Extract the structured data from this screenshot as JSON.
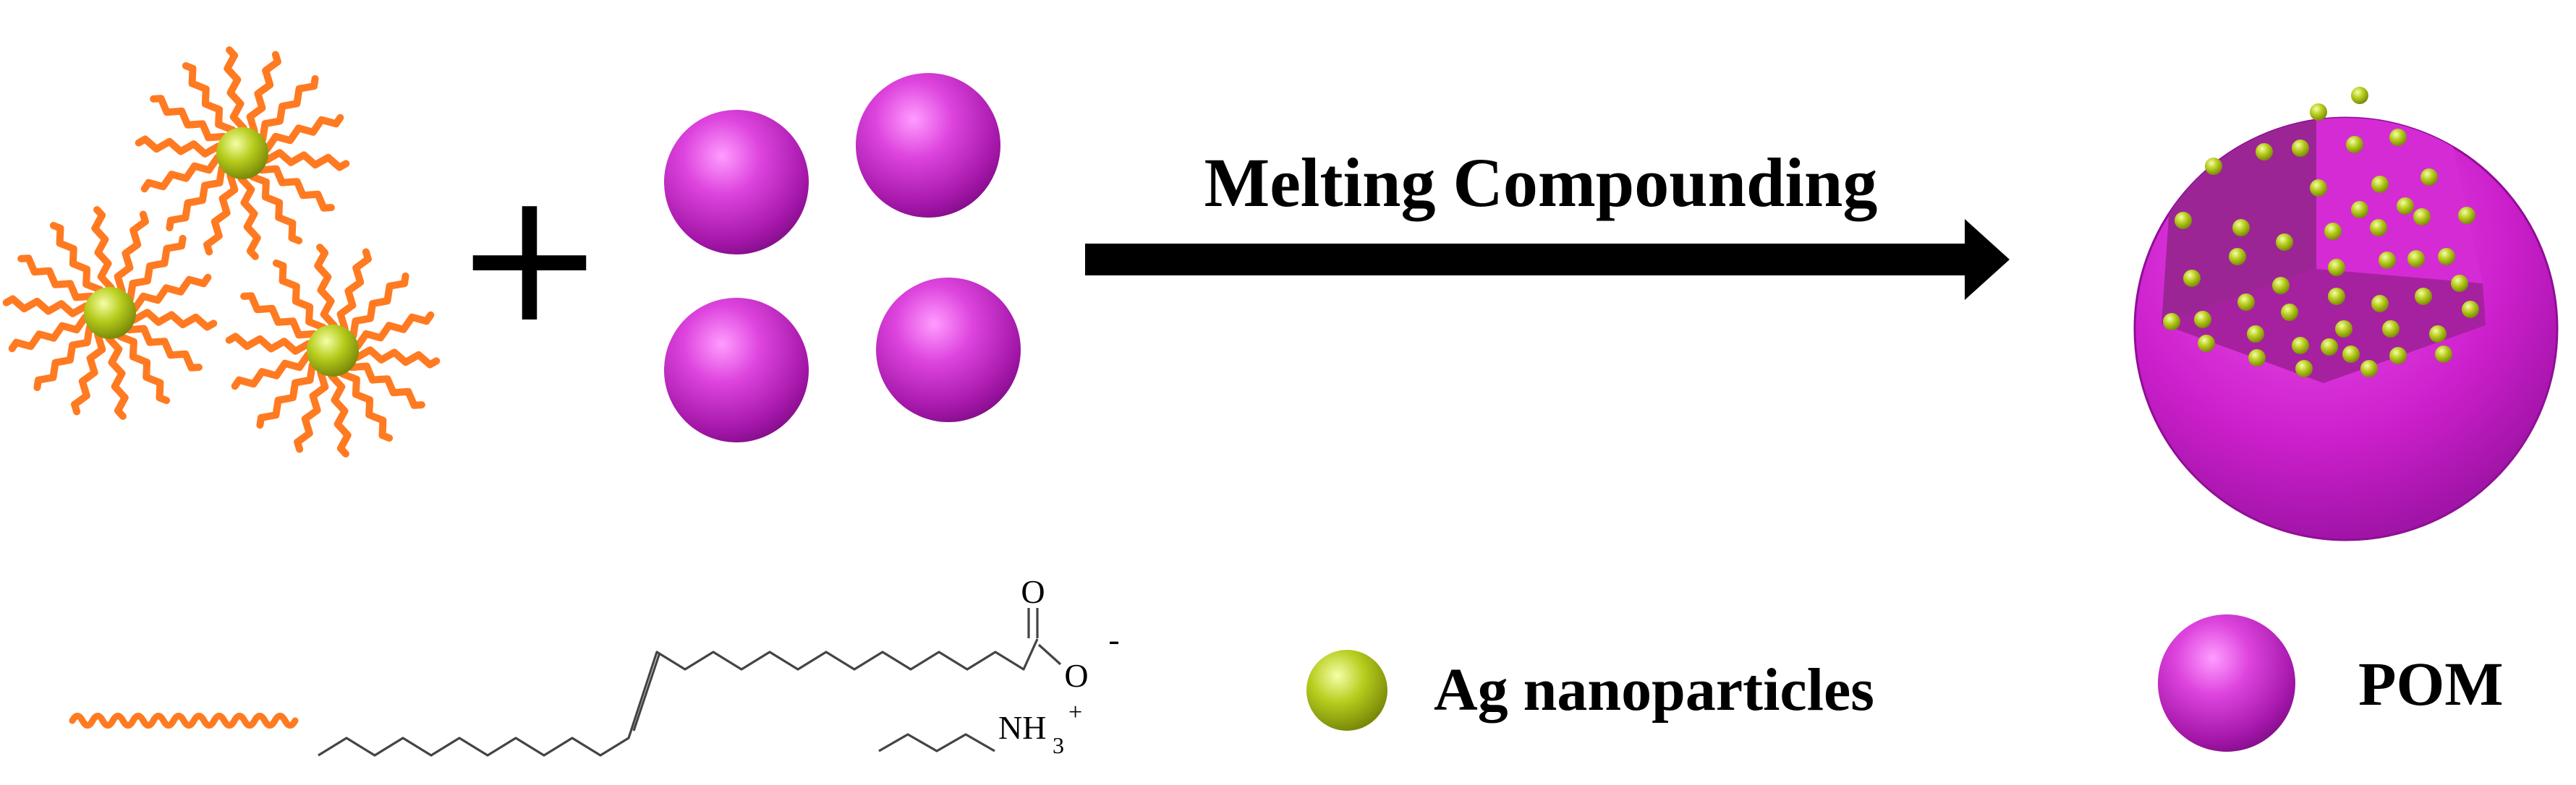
{
  "process": {
    "label": "Melting Compounding"
  },
  "operator": {
    "symbol": "+"
  },
  "legend": {
    "ag_label": "Ag nanoparticles",
    "pom_label": "POM"
  },
  "molecule": {
    "oxygen": "O",
    "oxygen_minus": "O",
    "charge_minus": "-",
    "amine": "NH",
    "amine_sub": "3",
    "charge_plus": "+"
  },
  "colors": {
    "ligand_orange": "#ff7a21",
    "ag_green": "#b5c81a",
    "pom_magenta": "#cc27cc",
    "arrow": "#000000"
  }
}
